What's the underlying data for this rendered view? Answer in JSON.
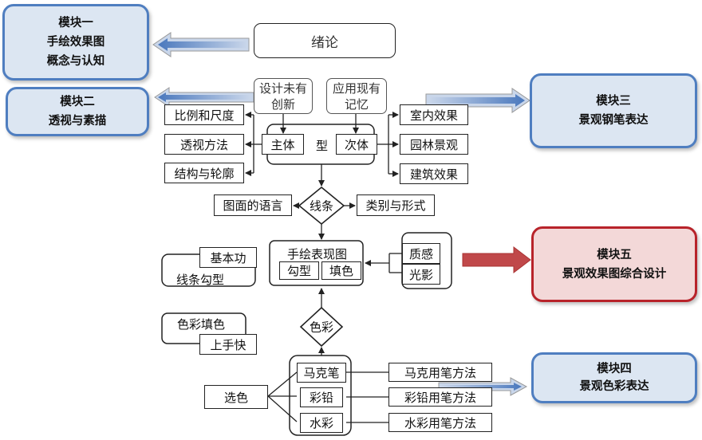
{
  "modules": {
    "m1": {
      "title": "模块一",
      "line1": "手绘效果图",
      "line2": "概念与认知"
    },
    "m2": {
      "title": "模块二",
      "line1": "透视与素描"
    },
    "m3": {
      "title": "模块三",
      "line1": "景观钢笔表达"
    },
    "m4": {
      "title": "模块四",
      "line1": "景观色彩表达"
    },
    "m5": {
      "title": "模块五",
      "line1": "景观效果图综合设计"
    }
  },
  "nodes": {
    "intro": "绪论",
    "design_line1": "设计未有",
    "design_line2": "创新",
    "apply_line1": "应用现有",
    "apply_line2": "记忆",
    "scale": "比例和尺度",
    "perspective_method": "透视方法",
    "structure": "结构与轮廓",
    "main_body": "主体",
    "type_char": "型",
    "secondary_body": "次体",
    "indoor": "室内效果",
    "garden": "园林景观",
    "architecture": "建筑效果",
    "picture_language": "图面的语言",
    "lines": "线条",
    "category_form": "类别与形式",
    "basic_skill": "基本功",
    "line_outline": "线条勾型",
    "hand_drawing": "手绘表现图",
    "outline": "勾型",
    "fill_color": "填色",
    "texture": "质感",
    "light_shadow": "光影",
    "color_fill": "色彩填色",
    "quick_start": "上手快",
    "color": "色彩",
    "marker": "马克笔",
    "colored_pencil": "彩铅",
    "watercolor": "水彩",
    "choose_color": "选色",
    "marker_method": "马克用笔方法",
    "pencil_method": "彩铅用笔方法",
    "watercolor_method": "水彩用笔方法"
  },
  "colors": {
    "module_fill": "#dce6f2",
    "module_border": "#4f7ec0",
    "module5_fill": "#f3d8d8",
    "module5_border": "#b8232a",
    "arrow_blue": "#4a78bd",
    "arrow_red": "#c0484a"
  }
}
